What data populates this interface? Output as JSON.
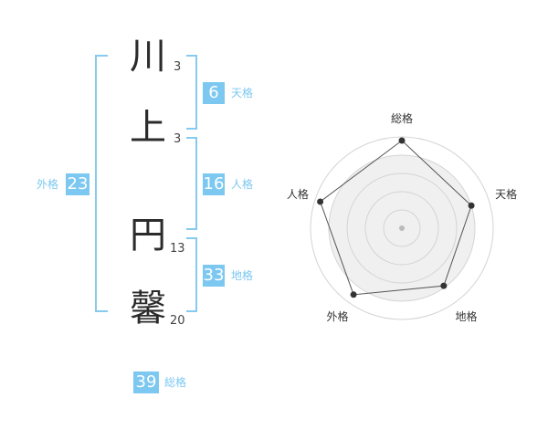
{
  "name": {
    "chars": [
      {
        "char": "川",
        "strokes": "3"
      },
      {
        "char": "上",
        "strokes": "3"
      },
      {
        "char": "円",
        "strokes": "13"
      },
      {
        "char": "馨",
        "strokes": "20"
      }
    ]
  },
  "fortune": {
    "tenkaku": {
      "label": "天格",
      "value": "6"
    },
    "jinkaku": {
      "label": "人格",
      "value": "16"
    },
    "chikaku": {
      "label": "地格",
      "value": "33"
    },
    "gaikaku": {
      "label": "外格",
      "value": "23"
    },
    "soukaku": {
      "label": "総格",
      "value": "39"
    }
  },
  "radar": {
    "axes": [
      {
        "label": "総格",
        "level": 0.96
      },
      {
        "label": "天格",
        "level": 0.8
      },
      {
        "label": "地格",
        "level": 0.78
      },
      {
        "label": "外格",
        "level": 0.9
      },
      {
        "label": "人格",
        "level": 0.94
      }
    ],
    "ring_count": 4,
    "colors": {
      "fill": "#f0f0f0",
      "rings": "#d4d4d4",
      "outline": "#555555",
      "point": "#333333",
      "center": "#bbbbbb"
    }
  }
}
